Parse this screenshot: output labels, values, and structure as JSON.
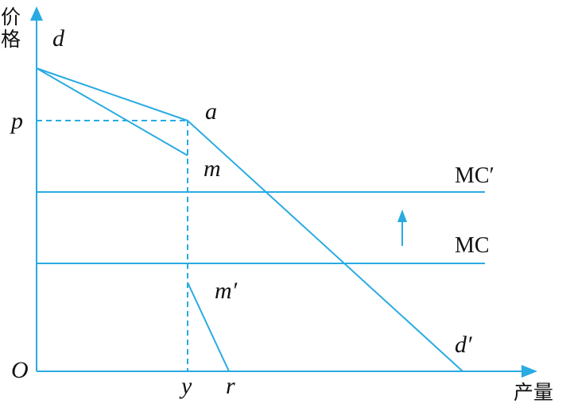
{
  "axes": {
    "y_label": "价格",
    "x_label": "产量",
    "origin": "O"
  },
  "labels": {
    "d_top": "d",
    "d_bottom": "d′",
    "a": "a",
    "m": "m",
    "m_prime": "m′",
    "p": "p",
    "y": "y",
    "r": "r",
    "mc": "MC",
    "mc_prime": "MC′"
  },
  "colors": {
    "line": "#29abe2",
    "text": "#111111"
  }
}
